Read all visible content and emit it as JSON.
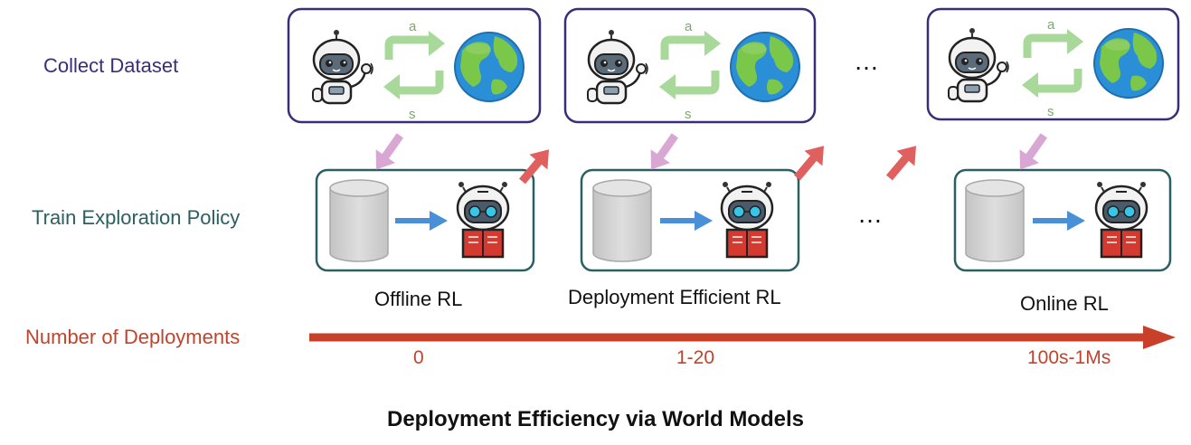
{
  "rows": {
    "collect": "Collect Dataset",
    "train": "Train Exploration Policy",
    "deployments": "Number of Deployments"
  },
  "loop_labels": {
    "action": "a",
    "state": "s"
  },
  "captions": [
    "Offline RL",
    "Deployment Efficient RL",
    "Online RL"
  ],
  "ticks": [
    "0",
    "1-20",
    "100s-1Ms"
  ],
  "ellipsis": "…",
  "title": "Deployment Efficiency via World Models",
  "colors": {
    "collect_border": "#3b2d7a",
    "train_border": "#2a5f63",
    "axis": "#c8402a",
    "down_arrow": "#d9a7d3",
    "up_arrow": "#e06060",
    "loop": "#a8d89a",
    "flow_arrow": "#4a90d9",
    "cylinder": "#d0d0d0"
  },
  "icons": [
    "robot-waving-icon",
    "cycle-arrows-icon",
    "earth-globe-icon",
    "database-cylinder-icon",
    "robot-reading-icon"
  ]
}
